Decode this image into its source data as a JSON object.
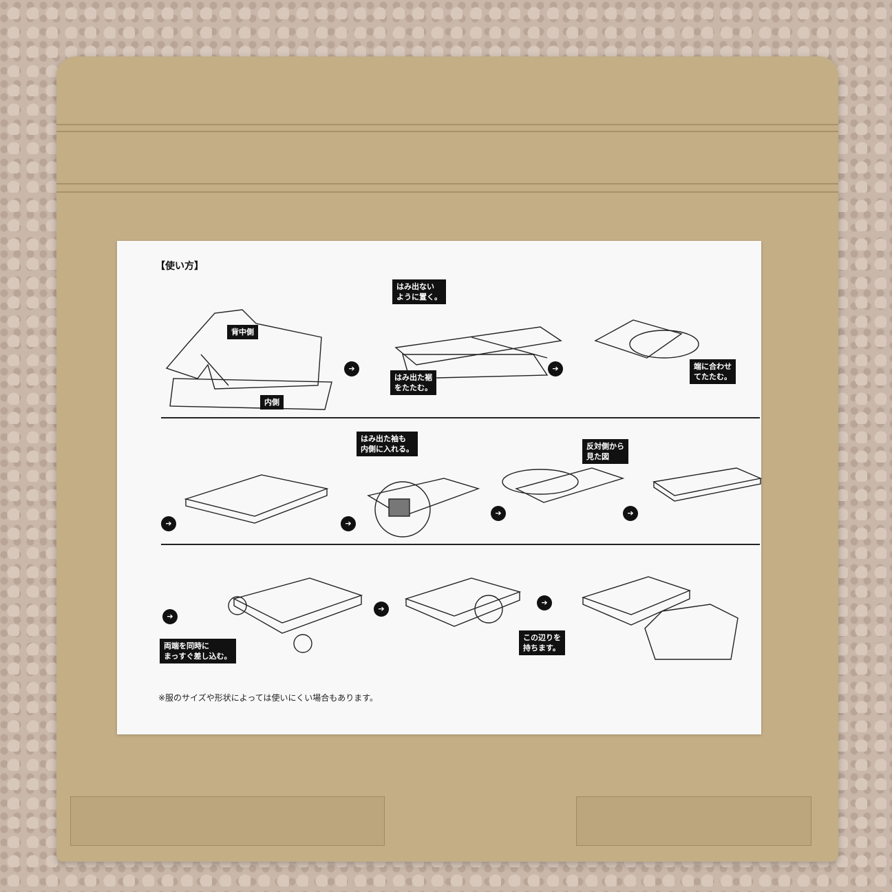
{
  "instruction_sheet": {
    "heading": "【使い方】",
    "labels": {
      "back_side": "背中側",
      "inside": "内側",
      "place_without_overhang": "はみ出ない\nように置く。",
      "fold_overhanging_hem": "はみ出た裾\nをたたむ。",
      "fold_to_edge": "端に合わせ\nてたたむ。",
      "tuck_sleeves": "はみ出た袖も\n内側に入れる。",
      "view_from_opposite": "反対側から\n見た図",
      "insert_both_ends": "両端を同時に\nまっすぐ差し込む。",
      "hold_here": "この辺りを\n持ちます。"
    },
    "note": "※服のサイズや形状によっては使いにくい場合もあります。",
    "step_arrow_icon": "right-arrow-circle-icon"
  },
  "colors": {
    "cardboard": "#c3ae86",
    "paper": "#f8f8f8",
    "ink": "#111111",
    "carpet": "#c9b7a9"
  }
}
